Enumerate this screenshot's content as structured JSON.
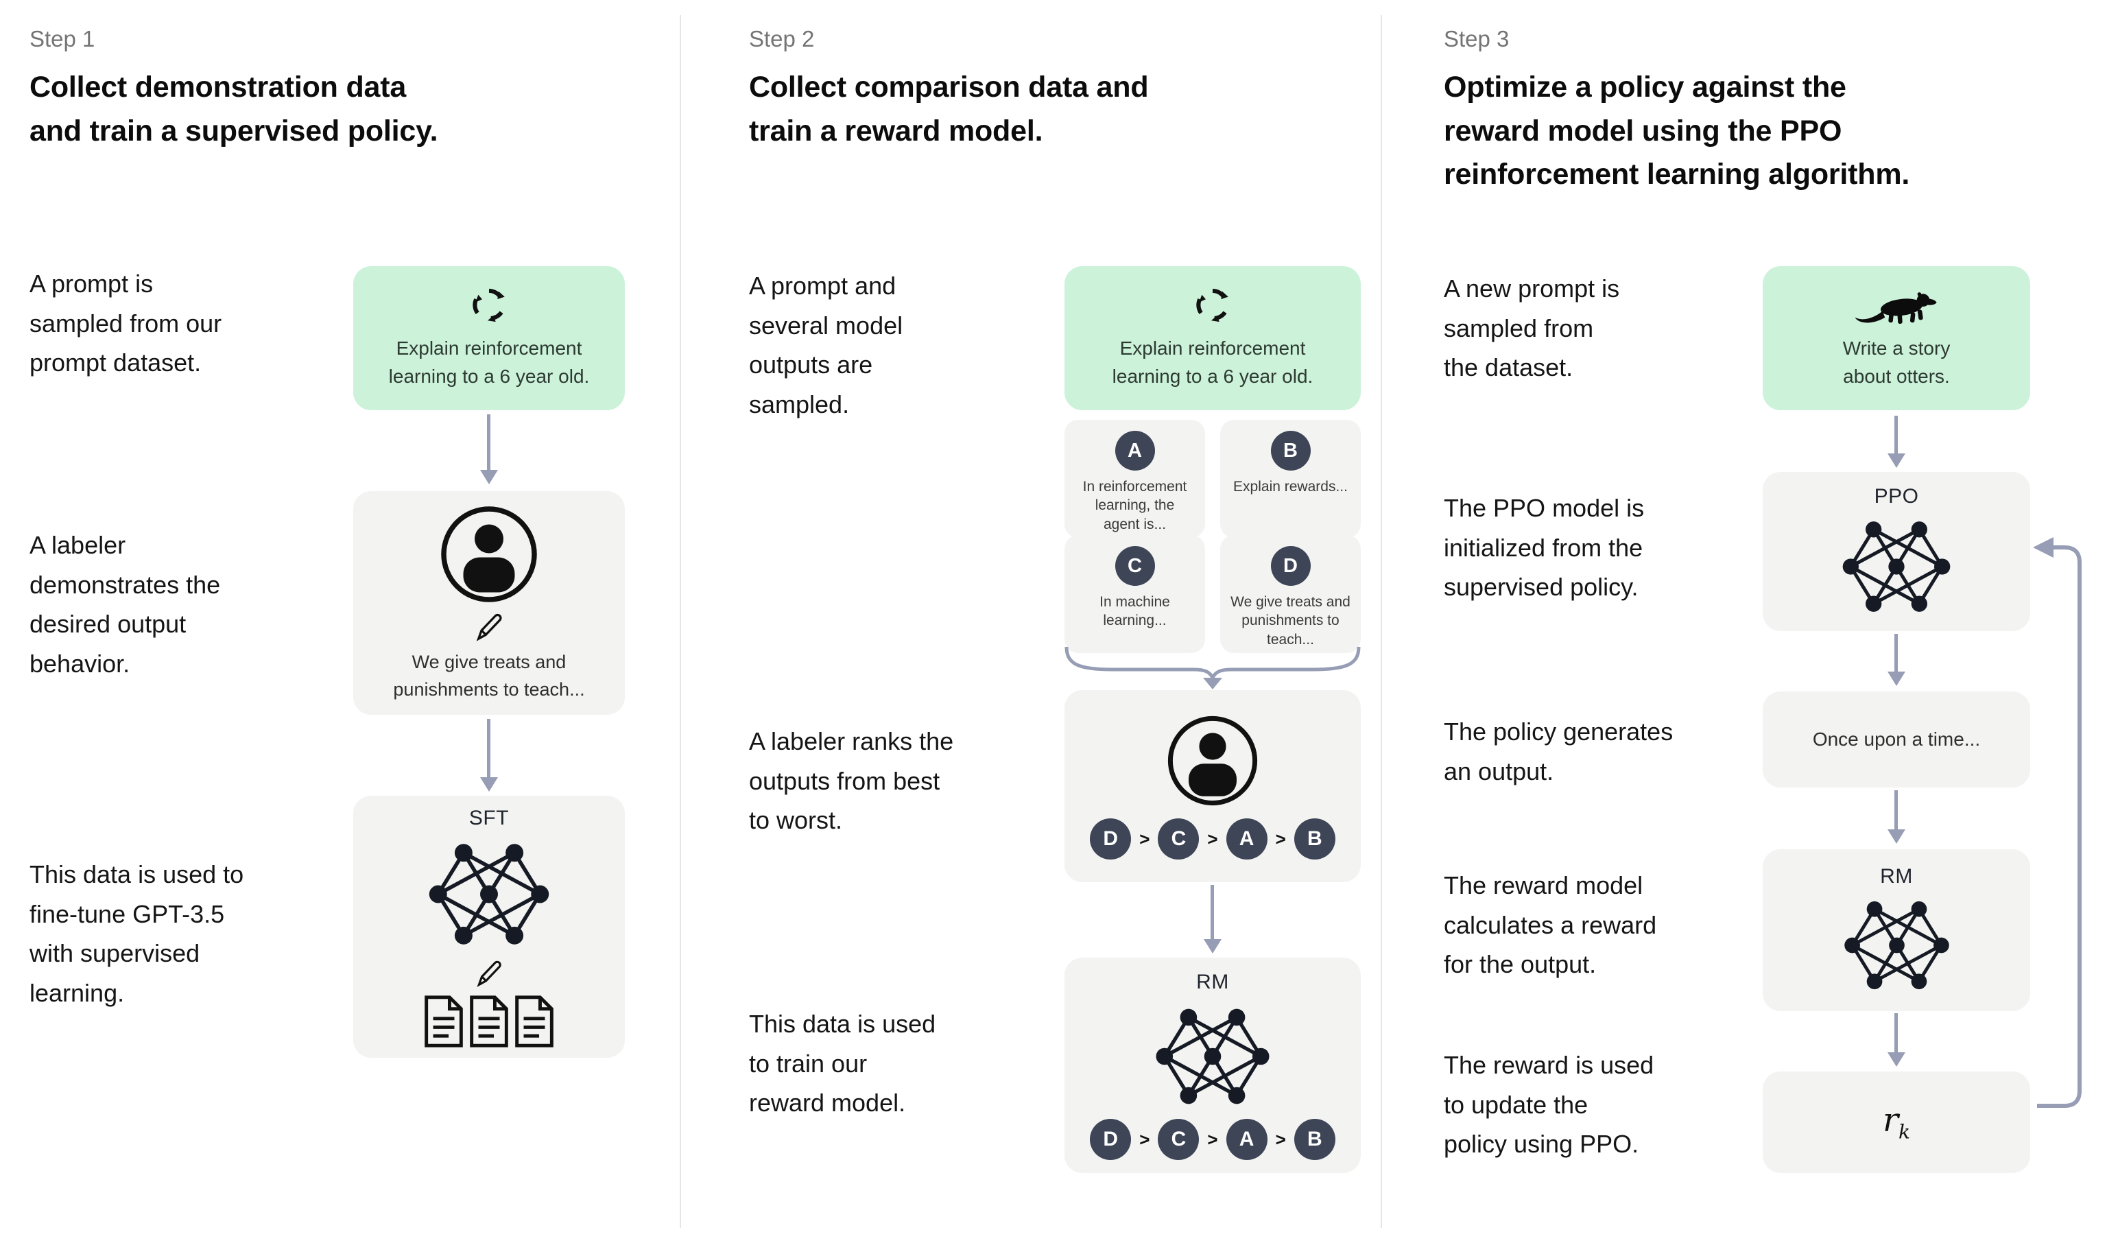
{
  "ui": {
    "rank_sep": ">"
  },
  "colors": {
    "prompt_green": "#cdf2da",
    "box_gray": "#f3f3f1",
    "badge_navy": "#3d4557",
    "arrow_gray": "#969db4",
    "divider_gray": "#e5e5e5",
    "step_label_gray": "#747474"
  },
  "icons": {
    "prompt_sample": "cycle-icon",
    "labeler": "person-icon",
    "annotate": "pencil-icon",
    "model": "neural-network-icon",
    "documents": "documents-icon",
    "otter": "otter-icon"
  },
  "steps": [
    {
      "label": "Step 1",
      "title": "Collect demonstration data\nand train a supervised policy.",
      "captions": {
        "prompt": "A prompt is\nsampled from our\nprompt dataset.",
        "labeler": "A labeler\ndemonstrates the\ndesired output\nbehavior.",
        "data": "This data is used to\nfine-tune GPT-3.5\nwith supervised\nlearning."
      },
      "prompt_box": {
        "text": "Explain reinforcement\nlearning to a 6 year old."
      },
      "labeler_box": {
        "text": "We give treats and\npunishments to teach..."
      },
      "model_box": {
        "label": "SFT"
      }
    },
    {
      "label": "Step 2",
      "title": "Collect comparison data and\ntrain a reward model.",
      "captions": {
        "prompt": "A prompt and\nseveral model\noutputs are\nsampled.",
        "labeler": "A labeler ranks the\noutputs from best\nto worst.",
        "data": "This data is used\nto train our\nreward model."
      },
      "prompt_box": {
        "text": "Explain reinforcement\nlearning to a 6 year old."
      },
      "outputs": [
        {
          "id": "A",
          "text": "In reinforcement\nlearning, the\nagent is..."
        },
        {
          "id": "B",
          "text": "Explain rewards..."
        },
        {
          "id": "C",
          "text": "In machine\nlearning..."
        },
        {
          "id": "D",
          "text": "We give treats and\npunishments to\nteach..."
        }
      ],
      "ranking": [
        "D",
        "C",
        "A",
        "B"
      ],
      "model_box": {
        "label": "RM"
      }
    },
    {
      "label": "Step 3",
      "title": "Optimize a policy against the\nreward model using the PPO\nreinforcement learning algorithm.",
      "captions": {
        "prompt": "A new prompt is\nsampled from\nthe dataset.",
        "init": "The PPO model is\ninitialized from the\nsupervised policy.",
        "output": "The policy generates\nan output.",
        "reward": "The reward model\ncalculates a reward\nfor the output.",
        "update": "The reward is used\nto update the\npolicy using PPO."
      },
      "prompt_box": {
        "text": "Write a story\nabout otters."
      },
      "ppo_box": {
        "label": "PPO"
      },
      "output_box": {
        "text": "Once upon a time..."
      },
      "rm_box": {
        "label": "RM"
      },
      "reward_box": {
        "base": "r",
        "sub": "k"
      }
    }
  ]
}
